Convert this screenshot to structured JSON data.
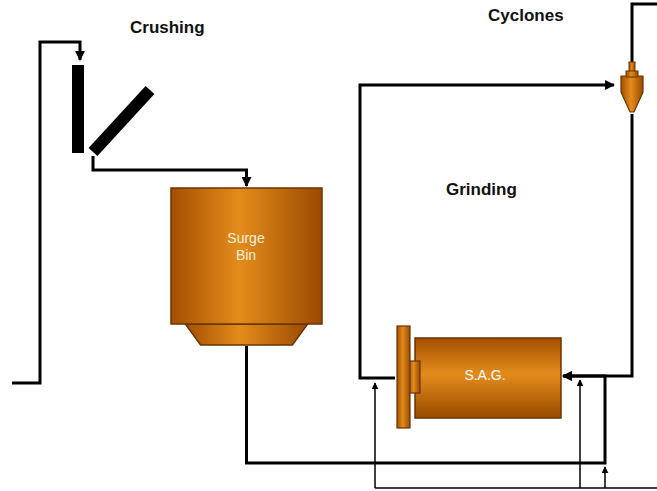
{
  "diagram": {
    "nodes": [
      {
        "text": [
          "Crushing"
        ]
      },
      {
        "text": [
          "Surge Bin"
        ]
      },
      {
        "text": [
          "Cyclones"
        ]
      },
      {
        "text": [
          "S.A.G."
        ]
      }
    ],
    "edges": [
      {
        "from": 0,
        "to": 1,
        "arrow": "to"
      },
      {
        "from": 1,
        "to": 3,
        "arrow": "to"
      },
      {
        "from": 3,
        "to": 2,
        "arrow": "to"
      },
      {
        "from": 2,
        "to": 3,
        "arrow": "to"
      }
    ],
    "labels": [
      "Grinding"
    ]
  }
}
